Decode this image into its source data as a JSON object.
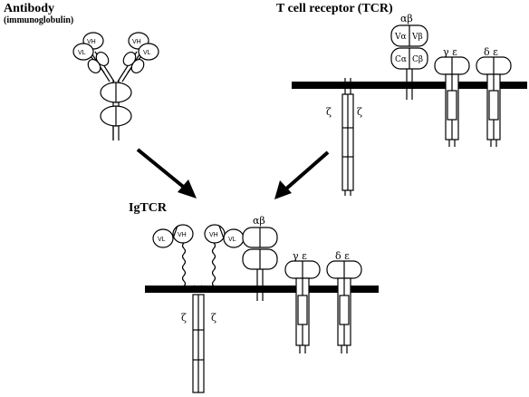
{
  "antibody": {
    "title": "Antibody",
    "subtitle": "(immunoglobulin)",
    "domain_vh": "VH",
    "domain_vl": "VL"
  },
  "tcr": {
    "title": "T cell receptor (TCR)",
    "alphabeta": "αβ",
    "v_alpha": "Vα",
    "v_beta": "Vβ",
    "c_alpha": "Cα",
    "c_beta": "Cβ",
    "gamma_epsilon": "γ ε",
    "delta_epsilon": "δ ε",
    "zeta": "ζ"
  },
  "igtcr": {
    "title": "IgTCR",
    "domain_vl": "VL",
    "domain_vh": "VH",
    "alphabeta": "αβ",
    "gamma_epsilon": "γ ε",
    "delta_epsilon": "δ ε",
    "zeta": "ζ"
  }
}
